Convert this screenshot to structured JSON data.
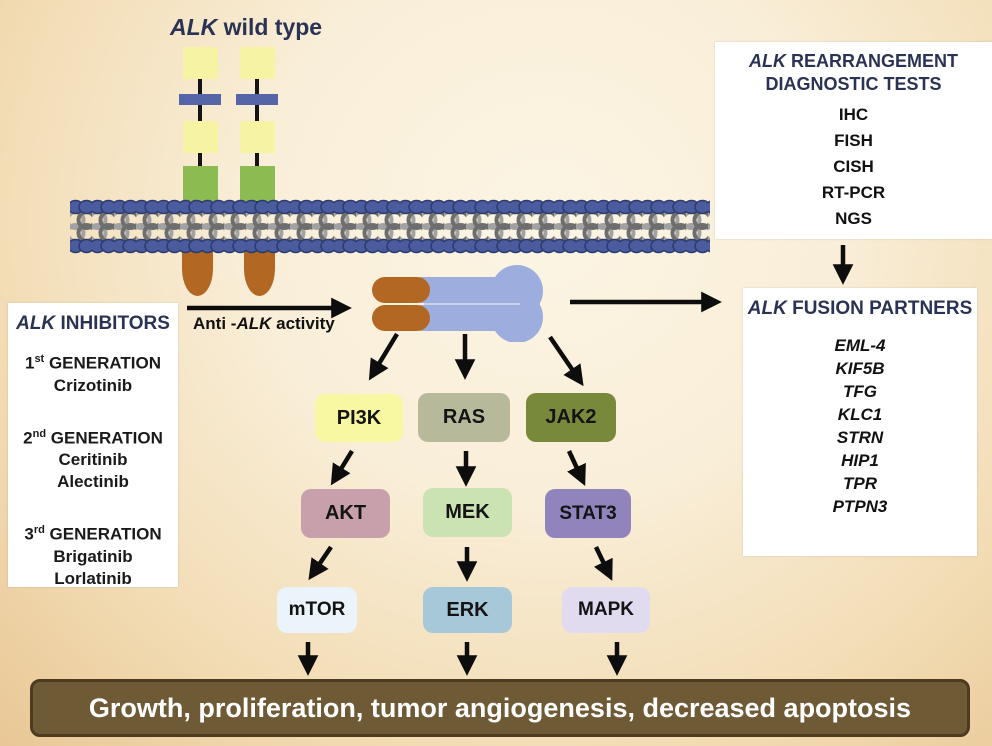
{
  "wild_type_title": {
    "alk": "ALK",
    "rest": " wild type"
  },
  "anti_alk_label": {
    "pre": "Anti -",
    "alk": "ALK",
    "post": " activity"
  },
  "inhibitors": {
    "title": {
      "alk": "ALK",
      "rest": " INHIBITORS"
    },
    "groups": [
      {
        "num": "1",
        "sup": "st",
        "word": " GENERATION",
        "drugs": [
          "Crizotinib"
        ]
      },
      {
        "num": "2",
        "sup": "nd",
        "word": " GENERATION",
        "drugs": [
          "Ceritinib",
          "Alectinib"
        ]
      },
      {
        "num": "3",
        "sup": "rd",
        "word": " GENERATION",
        "drugs": [
          "Brigatinib",
          "Lorlatinib"
        ]
      }
    ]
  },
  "diagnostics": {
    "title_line1": {
      "alk": "ALK",
      "rest": " REARRANGEMENT"
    },
    "title_line2": "DIAGNOSTIC TESTS",
    "tests": [
      "IHC",
      "FISH",
      "CISH",
      "RT-PCR",
      "NGS"
    ]
  },
  "fusion_partners": {
    "title": {
      "alk": "ALK",
      "rest": " FUSION PARTNERS"
    },
    "partners": [
      "EML-4",
      "KIF5B",
      "TFG",
      "KLC1",
      "STRN",
      "HIP1",
      "TPR",
      "PTPN3"
    ]
  },
  "pathways": {
    "columns": [
      {
        "nodes": [
          {
            "label": "PI3K",
            "color": "#f8f7a2"
          },
          {
            "label": "AKT",
            "color": "#c7a0ab"
          },
          {
            "label": "mTOR",
            "color": "#eaf4fa"
          }
        ]
      },
      {
        "nodes": [
          {
            "label": "RAS",
            "color": "#b6ba9a"
          },
          {
            "label": "MEK",
            "color": "#cbe3b3"
          },
          {
            "label": "ERK",
            "color": "#a7c8d8"
          }
        ]
      },
      {
        "nodes": [
          {
            "label": "JAK2",
            "color": "#78893c"
          },
          {
            "label": "STAT3",
            "color": "#9184bc"
          },
          {
            "label": "MAPK",
            "color": "#e1dbf0"
          }
        ]
      }
    ]
  },
  "banner": {
    "text": "Growth, proliferation, tumor angiogenesis, decreased apoptosis",
    "bg": "#6f5a36"
  },
  "colors": {
    "heading_navy": "#2b3355",
    "receptor_yellow": "#f6f3a3",
    "receptor_green": "#8cbb52",
    "receptor_blue_bar": "#5565a8",
    "kinase_brown": "#b26722",
    "fusion_blue": "#9cadde",
    "membrane_head_blue": "#4a5c9e",
    "membrane_tail_gray": "#8a8a8a",
    "banner_brown": "#6f5a36",
    "banner_border": "#4c3b1f"
  }
}
